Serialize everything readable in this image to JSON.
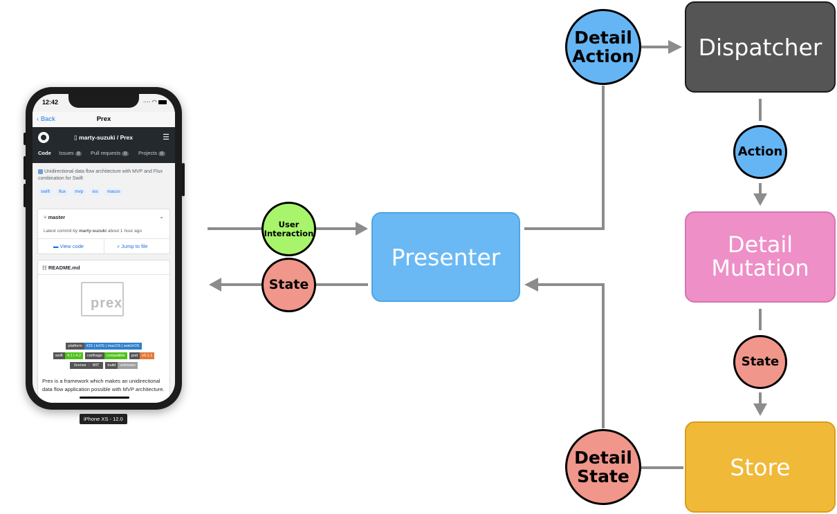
{
  "diagram": {
    "presenter": "Presenter",
    "dispatcher": "Dispatcher",
    "detail_mutation": "Detail\nMutation",
    "store": "Store",
    "user_interaction": "User\nInteraction",
    "state_left": "State",
    "detail_action": "Detail\nAction",
    "action": "Action",
    "state_right": "State",
    "detail_state": "Detail\nState"
  },
  "colors": {
    "presenter": "#6ab9f5",
    "dispatcher": "#555555",
    "mutation": "#ee8fc7",
    "store": "#f0b938",
    "user_interaction": "#a8f56b",
    "state": "#f0968a",
    "action_blue": "#65b5f4",
    "arrow": "#8c8c8c"
  },
  "phone": {
    "status_time": "12:42",
    "nav_back": "Back",
    "nav_title": "Prex",
    "repo": "marty-suzuki / Prex",
    "tabs": [
      {
        "label": "Code",
        "count": ""
      },
      {
        "label": "Issues",
        "count": "0"
      },
      {
        "label": "Pull requests",
        "count": "0"
      },
      {
        "label": "Projects",
        "count": "0"
      }
    ],
    "description": "Unidirectional data flow architecture with MVP and Flux combination for Swift",
    "topics": [
      "swift",
      "flux",
      "mvp",
      "ios",
      "macos"
    ],
    "branch": "master",
    "commit_prefix": "Latest commit by ",
    "commit_author": "marty-suzuki",
    "commit_suffix": " about 1 hour ago",
    "view_code": "View code",
    "jump_to_file": "Jump to file",
    "readme_title": "README.md",
    "logo_text": "prex",
    "badges": {
      "platform_key": "platform",
      "platform_val": "iOS | tvOS | macOS | watchOS",
      "swift_key": "swift",
      "swift_val": "4.1 | 4.2",
      "carthage_key": "carthage",
      "carthage_val": "compatible",
      "pod_key": "pod",
      "pod_val": "v0.1.1",
      "license_key": "license",
      "license_val": "MIT",
      "build_key": "build",
      "build_val": "unknown"
    },
    "readme_text": "Prex is a framework which makes an unidirectional data flow application possible with MVP architecture.",
    "device_label": "iPhone XS - 12.0"
  }
}
